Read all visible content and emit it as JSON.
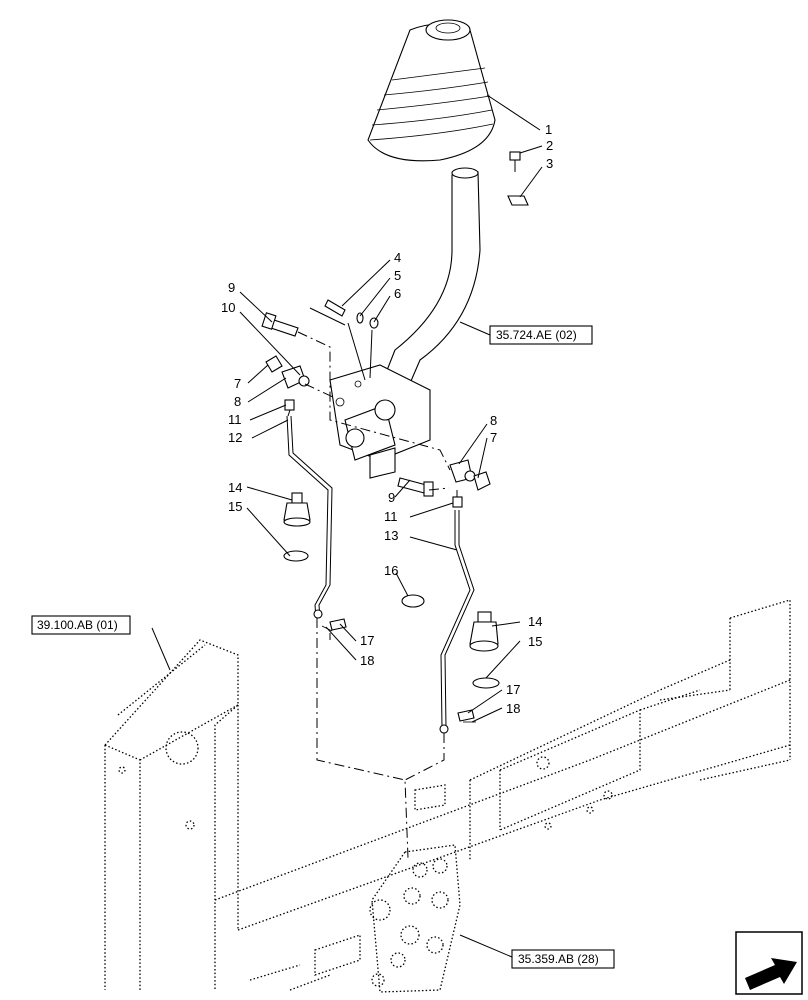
{
  "callouts": [
    {
      "id": "c1",
      "text": "1"
    },
    {
      "id": "c2",
      "text": "2"
    },
    {
      "id": "c3",
      "text": "3"
    },
    {
      "id": "c4",
      "text": "4"
    },
    {
      "id": "c5",
      "text": "5"
    },
    {
      "id": "c6",
      "text": "6"
    },
    {
      "id": "c9a",
      "text": "9"
    },
    {
      "id": "c10",
      "text": "10"
    },
    {
      "id": "c7a",
      "text": "7"
    },
    {
      "id": "c8a",
      "text": "8"
    },
    {
      "id": "c11a",
      "text": "11"
    },
    {
      "id": "c12",
      "text": "12"
    },
    {
      "id": "c8b",
      "text": "8"
    },
    {
      "id": "c7b",
      "text": "7"
    },
    {
      "id": "c9b",
      "text": "9"
    },
    {
      "id": "c11b",
      "text": "11"
    },
    {
      "id": "c13",
      "text": "13"
    },
    {
      "id": "c14a",
      "text": "14"
    },
    {
      "id": "c15a",
      "text": "15"
    },
    {
      "id": "c16",
      "text": "16"
    },
    {
      "id": "c17a",
      "text": "17"
    },
    {
      "id": "c18a",
      "text": "18"
    },
    {
      "id": "c14b",
      "text": "14"
    },
    {
      "id": "c15b",
      "text": "15"
    },
    {
      "id": "c17b",
      "text": "17"
    },
    {
      "id": "c18b",
      "text": "18"
    }
  ],
  "references": {
    "ref_35724": "35.724.AE (02)",
    "ref_39100": "39.100.AB (01)",
    "ref_35359": "35.359.AB (28)"
  },
  "nav_icon": "next-page-arrow-icon"
}
